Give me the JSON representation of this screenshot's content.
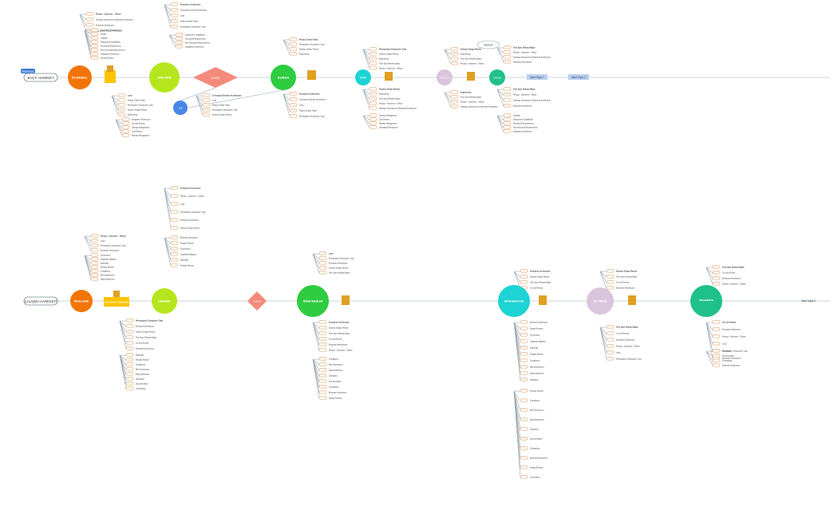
{
  "colors": {
    "orange": "#f27405",
    "lime": "#b5e61d",
    "salmon": "#f48a7c",
    "green": "#2ecc40",
    "cyan": "#1dd3d3",
    "lilac": "#d9c5dc",
    "teal": "#20c08a",
    "blue": "#4a86e8",
    "yellow": "#ffc400",
    "badge": "#e0a020",
    "line": "#9aa8b4",
    "tag": "#d98c4a"
  },
  "lane1": {
    "start_label": "BAŞTI HAREKET",
    "start_tag": "Başlangıç",
    "nodes": [
      "İSTANBUL",
      "ANKARA",
      "KARAR",
      "BURSA",
      "İZMİR",
      "ANTALYA",
      "ADANA",
      "MERSİN"
    ],
    "end_labels": [
      "Next Topic 1",
      "Next Topic 2"
    ],
    "blue_node": "13",
    "top_texts": [
      "Product – Business – Offices",
      "Strategy, Assessment & Business Architecture",
      "Enterprise Architecture",
      "Conceptual Solution Architecture",
      "Lead",
      "Project Charter Tasks",
      "Prioritization Checkpoint / Gate",
      "Solution Design Review",
      "Engineering",
      "Tech Spec Release Mgmt"
    ],
    "sub_texts": [
      "Test Driven Development",
      "Quality",
      "Usability",
      "Deployment Capabilities",
      "Functional Requirements",
      "Non-Functional Requirements",
      "Integration Architecture",
      "Security Review",
      "Change Management",
      "Cost Review",
      "Release Management",
      "Operational Readiness"
    ]
  },
  "lane2": {
    "start_label": "ÇALIŞMA HAREKETİ",
    "nodes": [
      "İNCELEME",
      "DENEME",
      "KARAR",
      "ÖĞRETMENLER",
      "ENTEGRASYON",
      "İLK PROJE",
      "ÜNİVERSİTE"
    ],
    "yellow_box": "İLK HAFTA ADIMLARI",
    "end_label": "Next Topic 3",
    "top_texts": [
      "Enterprise Architecture",
      "Product – Business – Offices",
      "Lead",
      "Prioritization Checkpoint / Gate",
      "Enterprise Architecture",
      "Solution Design Review",
      "Tech Spec Release Mgmt",
      "Go-Live Review"
    ],
    "sub_texts": [
      "Business Architecture",
      "Design Reviews",
      "Governance",
      "Capability Mapping",
      "Roadmap",
      "Portfolio Review",
      "Compliance",
      "Risk Assessment",
      "Data Architecture",
      "Standards",
      "Documentation",
      "Onboarding"
    ]
  }
}
